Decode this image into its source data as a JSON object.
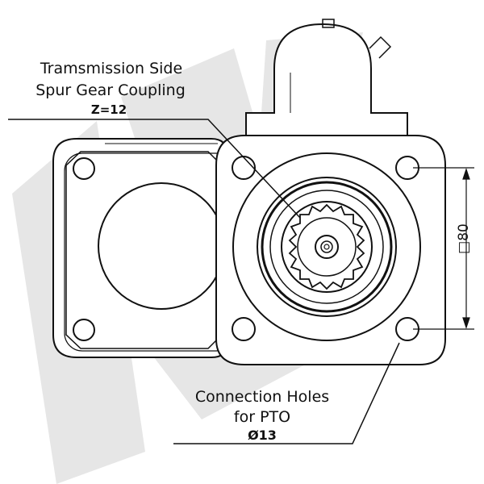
{
  "labels": {
    "coupling": {
      "line1": "Tramsmission Side",
      "line2": "Spur Gear Coupling",
      "line3": "Z=12"
    },
    "holes": {
      "line1": "Connection Holes",
      "line2": "for PTO",
      "line3": "Ø13"
    },
    "dimension": "□80"
  },
  "watermark": "LK",
  "colors": {
    "line": "#111111",
    "watermark": "#e6e6e6"
  }
}
